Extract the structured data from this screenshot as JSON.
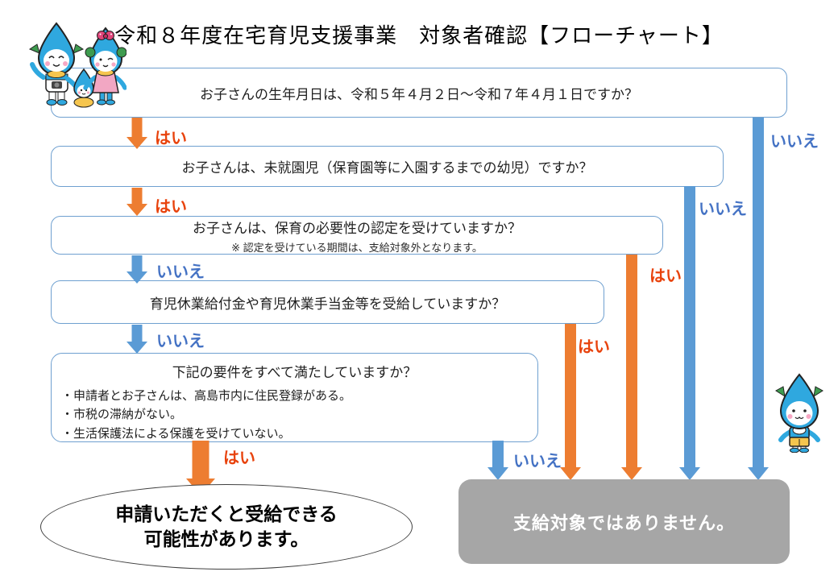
{
  "title": "令和８年度在宅育児支援事業　対象者確認【フローチャート】",
  "labels": {
    "yes": "はい",
    "no": "いいえ"
  },
  "questions": {
    "q1": {
      "text": "お子さんの生年月日は、令和５年４月２日～令和７年４月１日ですか？"
    },
    "q2": {
      "text": "お子さんは、未就園児（保育園等に入園するまでの幼児）ですか？"
    },
    "q3": {
      "text": "お子さんは、保育の必要性の認定を受けていますか？",
      "note": "※ 認定を受けている期間は、支給対象外となります。"
    },
    "q4": {
      "text": "育児休業給付金や育児休業手当金等を受給していますか？"
    },
    "q5": {
      "title": "下記の要件をすべて満たしていますか？",
      "bullets": [
        "・申請者とお子さんは、高島市内に住民登録がある。",
        "・市税の滞納がない。",
        "・生活保護法による保護を受けていない。"
      ]
    }
  },
  "results": {
    "eligible": {
      "line1": "申請いただくと受給できる",
      "line2": "可能性があります。"
    },
    "not_eligible": {
      "text": "支給対象ではありません。"
    }
  },
  "icons": {
    "mascot_family": "takashima-water-drop-family-illustration",
    "mascot_single": "takashima-water-drop-mascot-illustration"
  },
  "colors": {
    "arrow_orange": "#ED7D31",
    "arrow_blue": "#5B9BD5",
    "label_yes": "#E8420C",
    "label_no": "#4472C4",
    "box_border": "#6FA0D0",
    "not_eligible_bg": "#A6A6A6",
    "not_eligible_text": "#FFFFFF"
  }
}
